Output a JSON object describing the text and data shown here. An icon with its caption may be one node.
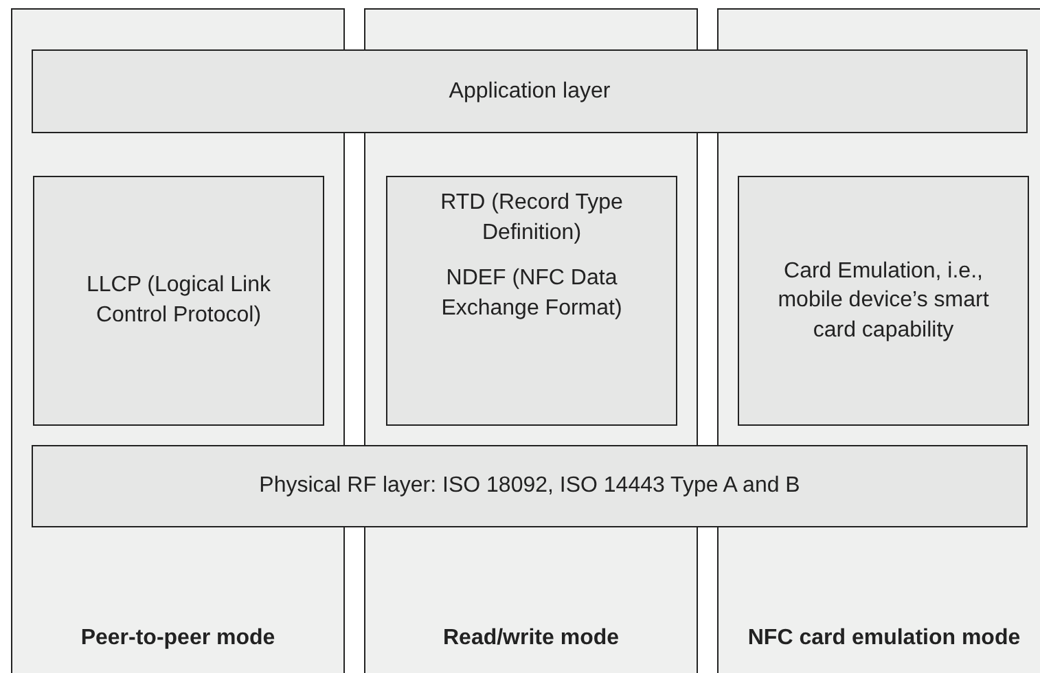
{
  "diagram": {
    "nodes": [
      {
        "text": [
          "Peer-to-peer mode"
        ]
      },
      {
        "text": [
          "Read/write mode"
        ]
      },
      {
        "text": [
          "NFC card emulation mode"
        ]
      },
      {
        "text": [
          "Application layer"
        ]
      },
      {
        "text": [
          "LLCP (Logical Link Control Protocol)"
        ],
        "in": 0
      },
      {
        "text": [
          "RTD (Record Type Definition)",
          "NDEF (NFC Data Exchange Format)"
        ],
        "in": 1
      },
      {
        "text": [
          "Card Emulation, i.e., mobile device’s smart card capability"
        ],
        "in": 2
      },
      {
        "text": [
          "Physical RF layer: ISO 18092, ISO 14443 Type A and B"
        ]
      }
    ]
  }
}
